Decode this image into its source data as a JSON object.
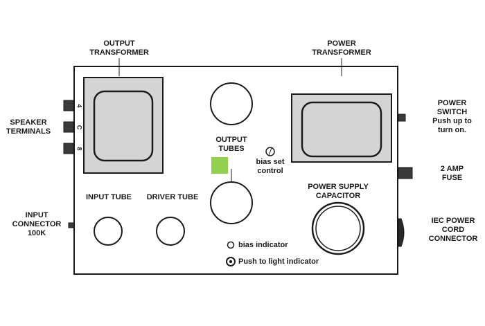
{
  "labels": {
    "output_transformer": "OUTPUT\nTRANSFORMER",
    "power_transformer": "POWER\nTRANSFORMER",
    "speaker_terminals": "SPEAKER\nTERMINALS",
    "terminal_4": "4",
    "terminal_c": "C",
    "terminal_8": "8",
    "output_tubes": "OUTPUT\nTUBES",
    "bias_set_control": "bias set\ncontrol",
    "power_switch": "POWER\nSWITCH\nPush up to\nturn on.",
    "fuse": "2 AMP\nFUSE",
    "input_tube": "INPUT TUBE",
    "driver_tube": "DRIVER TUBE",
    "power_supply_capacitor": "POWER SUPPLY\nCAPACITOR",
    "input_connector": "INPUT\nCONNECTOR\n100K",
    "iec_connector": "IEC POWER\nCORD\nCONNECTOR",
    "bias_indicator": "bias indicator",
    "push_to_light": "Push to light indicator"
  },
  "colors": {
    "outline": "#1a1a1a",
    "transformer_fill": "#d4d4d4",
    "indicator_green": "#92d050"
  }
}
